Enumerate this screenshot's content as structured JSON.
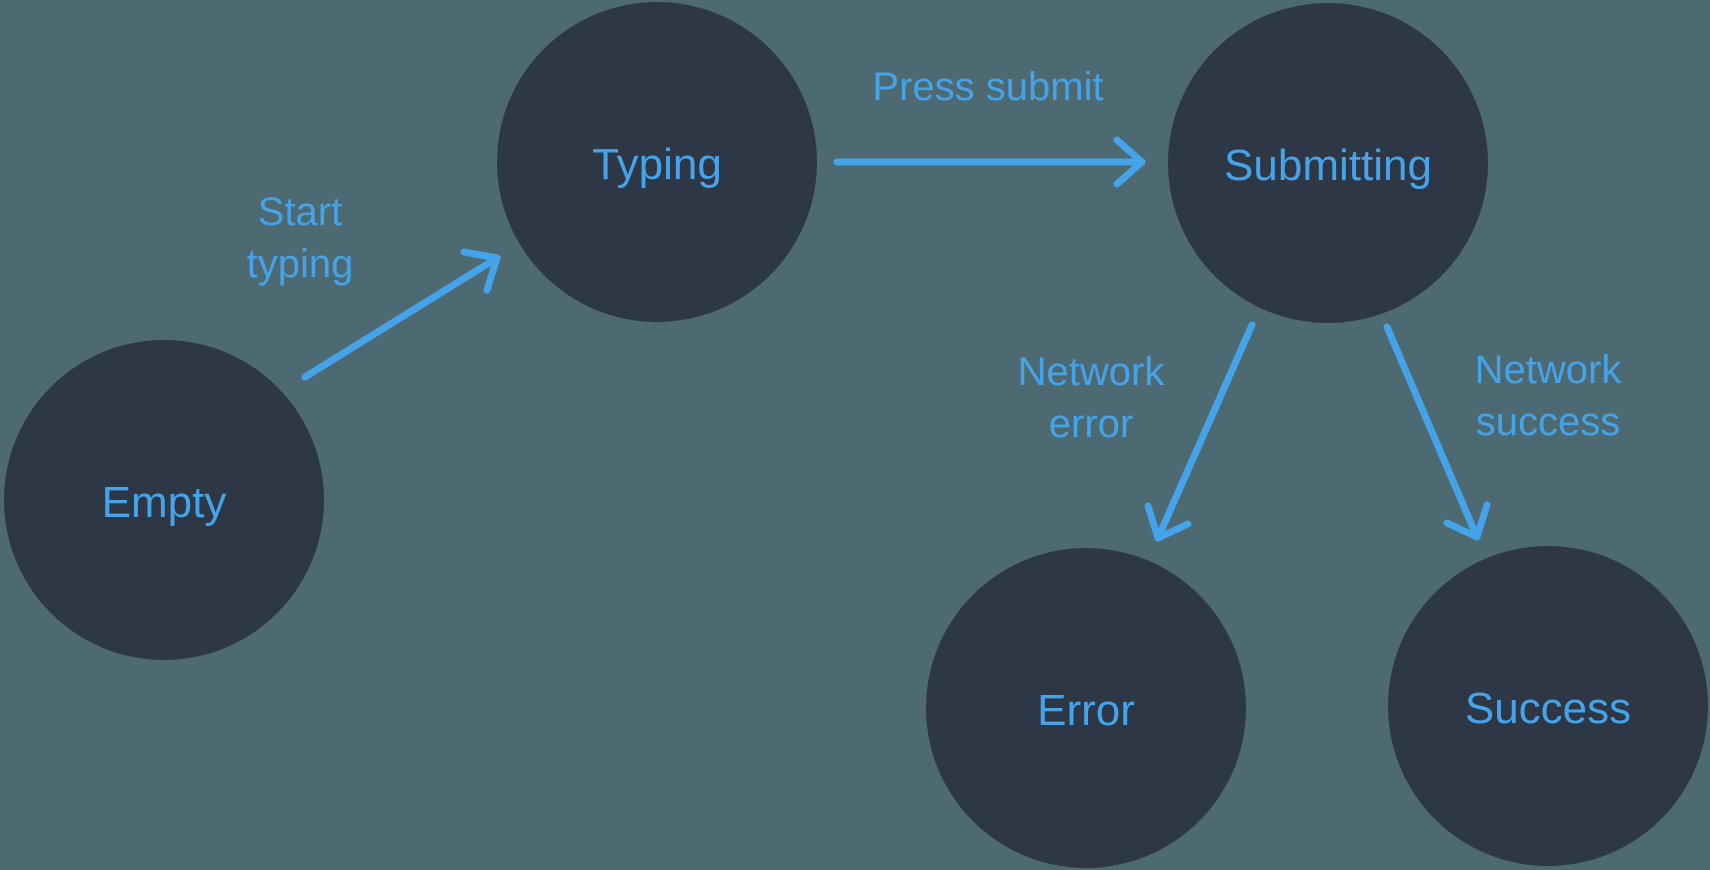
{
  "diagram": {
    "type": "state-machine",
    "nodes": [
      {
        "id": "empty",
        "label": "Empty"
      },
      {
        "id": "typing",
        "label": "Typing"
      },
      {
        "id": "submitting",
        "label": "Submitting"
      },
      {
        "id": "error",
        "label": "Error"
      },
      {
        "id": "success",
        "label": "Success"
      }
    ],
    "edges": [
      {
        "id": "start-typing",
        "from": "empty",
        "to": "typing",
        "label_lines": [
          "Start",
          "typing"
        ]
      },
      {
        "id": "press-submit",
        "from": "typing",
        "to": "submitting",
        "label_lines": [
          "Press submit"
        ]
      },
      {
        "id": "network-error",
        "from": "submitting",
        "to": "error",
        "label_lines": [
          "Network",
          "error"
        ]
      },
      {
        "id": "network-success",
        "from": "submitting",
        "to": "success",
        "label_lines": [
          "Network",
          "success"
        ]
      }
    ],
    "colors": {
      "background": "#4D6A72",
      "node_fill": "#2D3745",
      "accent": "#45A3E9"
    }
  }
}
